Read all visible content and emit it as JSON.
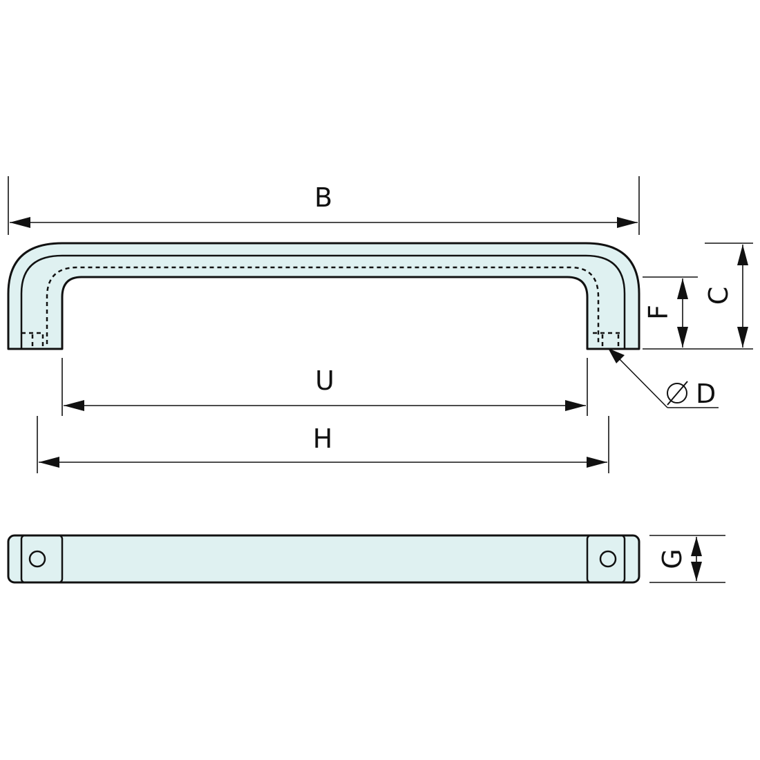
{
  "labels": {
    "b": "B",
    "u": "U",
    "h": "H",
    "c": "C",
    "f": "F",
    "d": "D",
    "g": "G"
  },
  "colors": {
    "fill": "#dff1f1",
    "line": "#111111"
  }
}
